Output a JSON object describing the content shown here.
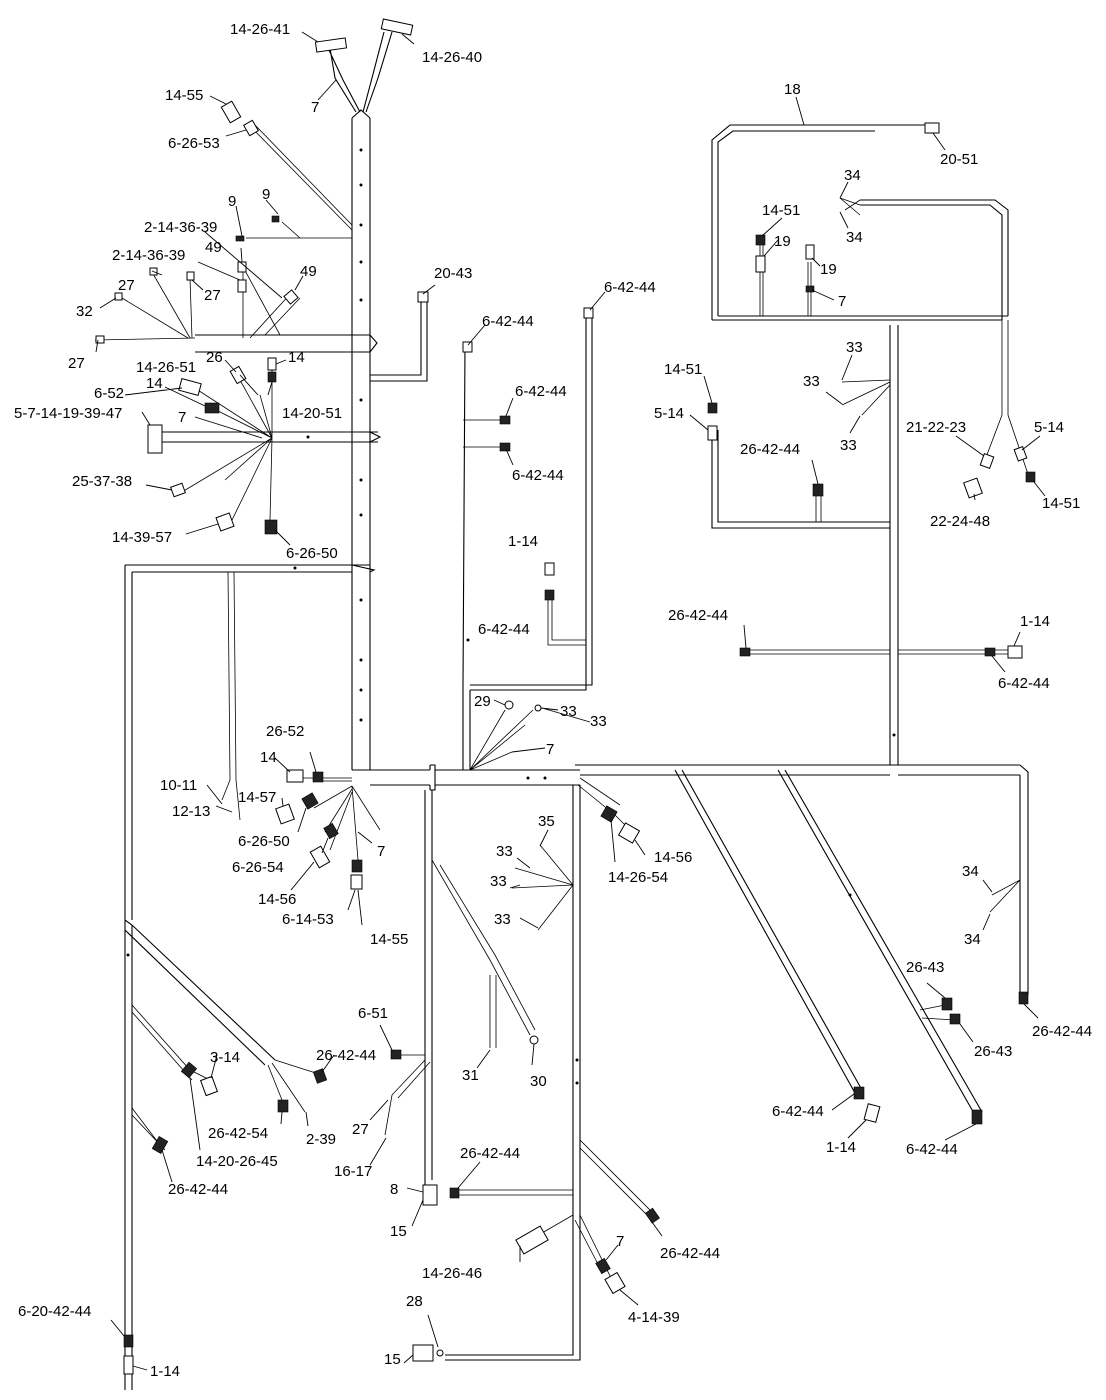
{
  "labels": {
    "l1": "14-26-41",
    "l2": "14-26-40",
    "l3": "7",
    "l4": "14-55",
    "l5": "6-26-53",
    "l6": "9",
    "l7": "9",
    "l8": "2-14-36-39",
    "l9": "2-14-36-39",
    "l10": "49",
    "l11": "49",
    "l12": "27",
    "l13": "27",
    "l14": "32",
    "l15": "27",
    "l16": "20-43",
    "l17": "6-42-44",
    "l18": "6-42-44",
    "l19": "6-42-44",
    "l20": "6-42-44",
    "l21": "26",
    "l22": "14",
    "l23": "14-26-51",
    "l24": "14-20-51",
    "l25": "6-52",
    "l26": "14",
    "l27": "5-7-14-19-39-47",
    "l28": "7",
    "l29": "25-37-38",
    "l30": "14-39-57",
    "l31": "6-26-50",
    "l32": "1-14",
    "l33": "6-42-44",
    "l34": "18",
    "l35": "20-51",
    "l36": "34",
    "l37": "34",
    "l38": "14-51",
    "l39": "19",
    "l40": "19",
    "l41": "7",
    "l42": "33",
    "l43": "33",
    "l44": "33",
    "l45": "14-51",
    "l46": "5-14",
    "l47": "26-42-44",
    "l48": "21-22-23",
    "l49": "5-14",
    "l50": "22-24-48",
    "l51": "14-51",
    "l52": "26-42-44",
    "l53": "1-14",
    "l54": "6-42-44",
    "l55": "29",
    "l56": "33",
    "l57": "33",
    "l58": "7",
    "l59": "26-52",
    "l60": "14",
    "l61": "14-57",
    "l62": "10-11",
    "l63": "12-13",
    "l64": "6-26-50",
    "l65": "6-26-54",
    "l66": "7",
    "l67": "14-56",
    "l68": "6-14-53",
    "l69": "14-55",
    "l70": "35",
    "l71": "33",
    "l72": "33",
    "l73": "33",
    "l74": "14-56",
    "l75": "14-26-54",
    "l76": "34",
    "l77": "34",
    "l78": "26-43",
    "l79": "26-43",
    "l80": "26-42-44",
    "l81": "6-51",
    "l82": "31",
    "l83": "30",
    "l84": "26-42-44",
    "l85": "3-14",
    "l86": "26-42-54",
    "l87": "2-39",
    "l88": "14-20-26-45",
    "l89": "26-42-44",
    "l90": "27",
    "l91": "16-17",
    "l92": "8",
    "l93": "15",
    "l94": "26-42-44",
    "l95": "26-42-44",
    "l96": "6-42-44",
    "l97": "1-14",
    "l98": "6-42-44",
    "l99": "7",
    "l100": "14-26-46",
    "l101": "4-14-39",
    "l102": "28",
    "l103": "15",
    "l104": "6-20-42-44",
    "l105": "1-14"
  }
}
